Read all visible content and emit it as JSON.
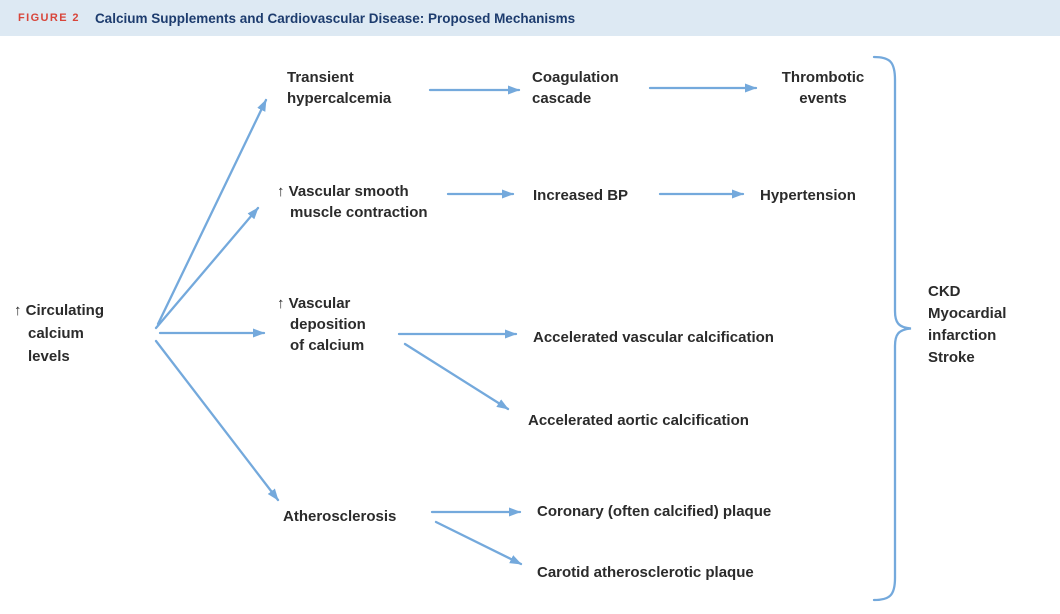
{
  "header": {
    "figure_label": "FIGURE 2",
    "title": "Calcium Supplements and Cardiovascular Disease: Proposed Mechanisms"
  },
  "colors": {
    "header_bg": "#dde9f3",
    "figure_label": "#d8453a",
    "title": "#1d3c6e",
    "arrow": "#74a9dc",
    "text": "#2b2b2b"
  },
  "nodes": {
    "source": "↑ Circulating\ncalcium\nlevels",
    "transient_hypercalcemia": "Transient\nhypercalcemia",
    "coagulation_cascade": "Coagulation\ncascade",
    "thrombotic_events": "Thrombotic\nevents",
    "vascular_smooth_muscle": "↑ Vascular smooth\nmuscle contraction",
    "increased_bp": "Increased BP",
    "hypertension": "Hypertension",
    "vascular_deposition": "↑ Vascular\ndeposition\nof calcium",
    "accelerated_vascular_calcification": "Accelerated vascular calcification",
    "accelerated_aortic_calcification": "Accelerated aortic calcification",
    "atherosclerosis": "Atherosclerosis",
    "coronary_plaque": "Coronary (often calcified) plaque",
    "carotid_plaque": "Carotid atherosclerotic plaque",
    "outcomes": "CKD\nMyocardial\ninfarction\nStroke"
  },
  "edges": [
    {
      "from": "source",
      "to": "transient_hypercalcemia"
    },
    {
      "from": "source",
      "to": "vascular_smooth_muscle"
    },
    {
      "from": "source",
      "to": "vascular_deposition"
    },
    {
      "from": "source",
      "to": "atherosclerosis"
    },
    {
      "from": "transient_hypercalcemia",
      "to": "coagulation_cascade"
    },
    {
      "from": "coagulation_cascade",
      "to": "thrombotic_events"
    },
    {
      "from": "vascular_smooth_muscle",
      "to": "increased_bp"
    },
    {
      "from": "increased_bp",
      "to": "hypertension"
    },
    {
      "from": "vascular_deposition",
      "to": "accelerated_vascular_calcification"
    },
    {
      "from": "vascular_deposition",
      "to": "accelerated_aortic_calcification"
    },
    {
      "from": "atherosclerosis",
      "to": "coronary_plaque"
    },
    {
      "from": "atherosclerosis",
      "to": "carotid_plaque"
    },
    {
      "from": "all_pathways_brace",
      "to": "outcomes"
    }
  ]
}
